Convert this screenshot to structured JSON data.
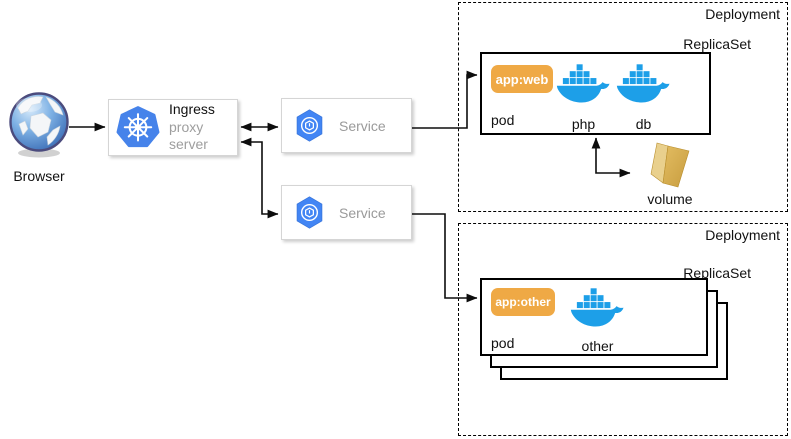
{
  "nodes": {
    "browser": {
      "label": "Browser",
      "icon": "globe-icon"
    },
    "ingress": {
      "title": "Ingress",
      "subtitle": "proxy server",
      "icon": "kubernetes-icon"
    },
    "service_top": {
      "label": "Service",
      "icon": "gke-hexagon-icon"
    },
    "service_bottom": {
      "label": "Service",
      "icon": "gke-hexagon-icon"
    }
  },
  "deployments": [
    {
      "label": "Deployment",
      "replicaset": "ReplicaSet",
      "pod": {
        "badge": "app:web",
        "label": "pod",
        "containers": [
          {
            "name": "php",
            "icon": "docker-whale-icon"
          },
          {
            "name": "db",
            "icon": "docker-whale-icon"
          }
        ]
      },
      "volume": {
        "label": "volume",
        "icon": "open-folder-icon"
      }
    },
    {
      "label": "Deployment",
      "replicaset": "ReplicaSet",
      "pod": {
        "badge": "app:other",
        "label": "pod",
        "containers": [
          {
            "name": "other",
            "icon": "docker-whale-icon"
          }
        ],
        "replicas_shown": 3
      }
    }
  ],
  "colors": {
    "kubernetes_blue": "#4683ea",
    "gke_blue": "#4285f4",
    "docker_blue": "#1d9fe8",
    "badge_orange": "#efa945",
    "folder_gold_dark": "#d6a94e",
    "folder_gold_light": "#e9d08d",
    "muted_text": "#9a9a9a",
    "line_black": "#0d0d0d"
  }
}
